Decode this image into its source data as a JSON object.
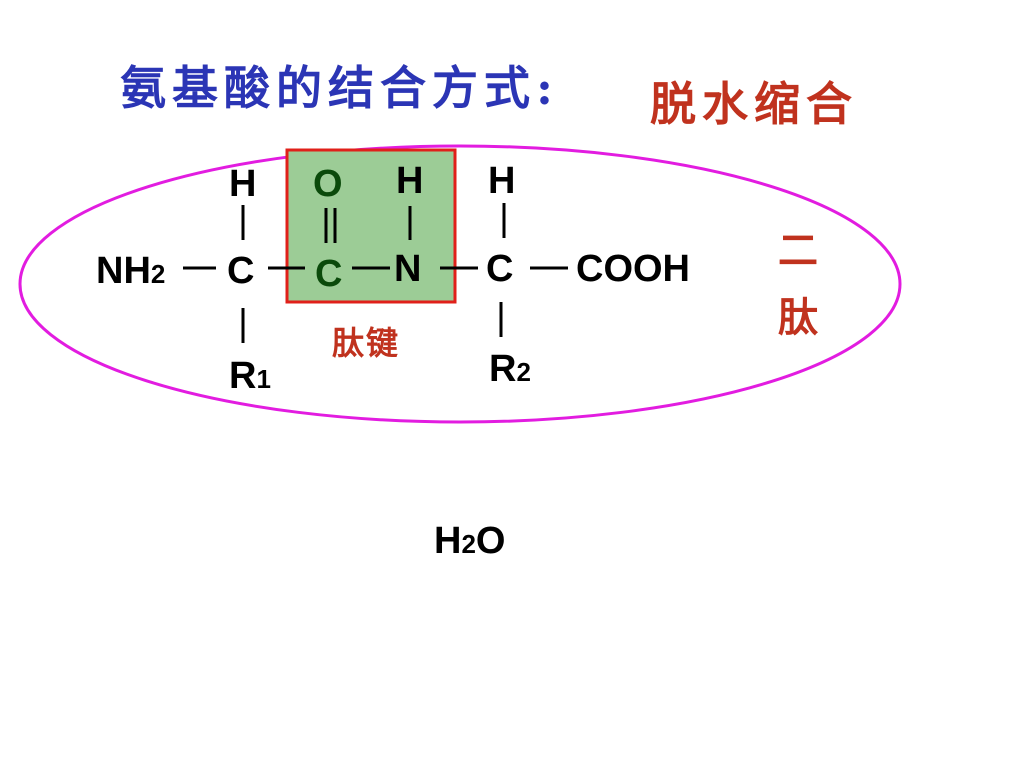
{
  "title": {
    "main": "氨基酸的结合方式:",
    "emphasis": "脱水缩合"
  },
  "molecule": {
    "nh2": "NH",
    "nh2_sub": "2",
    "c1": "C",
    "c1_top": "H",
    "c1_bottom": "R",
    "c1_bottom_sub": "1",
    "c2": "C",
    "c2_top": "O",
    "n": "N",
    "n_top": "H",
    "c3": "C",
    "c3_top": "H",
    "c3_bottom": "R",
    "c3_bottom_sub": "2",
    "cooh": "COOH"
  },
  "labels": {
    "peptide_bond": "肽键",
    "dipeptide_line1": "二",
    "dipeptide_line2": "肽"
  },
  "water": {
    "h": "H",
    "sub": "2",
    "o": "O"
  },
  "colors": {
    "title_blue": "#2b35b5",
    "title_red": "#c0321e",
    "ellipse": "#e21ce0",
    "box_fill": "#9ccc96",
    "box_border": "#e0201a"
  }
}
